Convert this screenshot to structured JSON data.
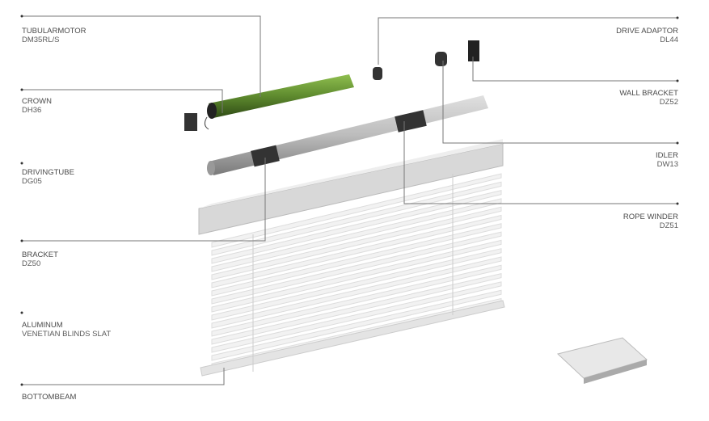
{
  "parts": [
    {
      "name": "TUBULARMOTOR",
      "code": "DM35RL/S"
    },
    {
      "name": "CROWN",
      "code": "DH36"
    },
    {
      "name": "DRIVINGTUBE",
      "code": "DG05"
    },
    {
      "name": "BRACKET",
      "code": "DZ50"
    },
    {
      "name": "ALUMINUM",
      "code": "VENETIAN BLINDS SLAT"
    },
    {
      "name": "BOTTOMBEAM",
      "code": ""
    },
    {
      "name": "DRIVE ADAPTOR",
      "code": "DL44"
    },
    {
      "name": "WALL BRACKET",
      "code": "DZ52"
    },
    {
      "name": "IDLER",
      "code": "DW13"
    },
    {
      "name": "ROPE WINDER",
      "code": "DZ51"
    }
  ],
  "colors": {
    "motor": "#5e8a2e",
    "tube": "#b8b8b8",
    "line": "#777777"
  }
}
